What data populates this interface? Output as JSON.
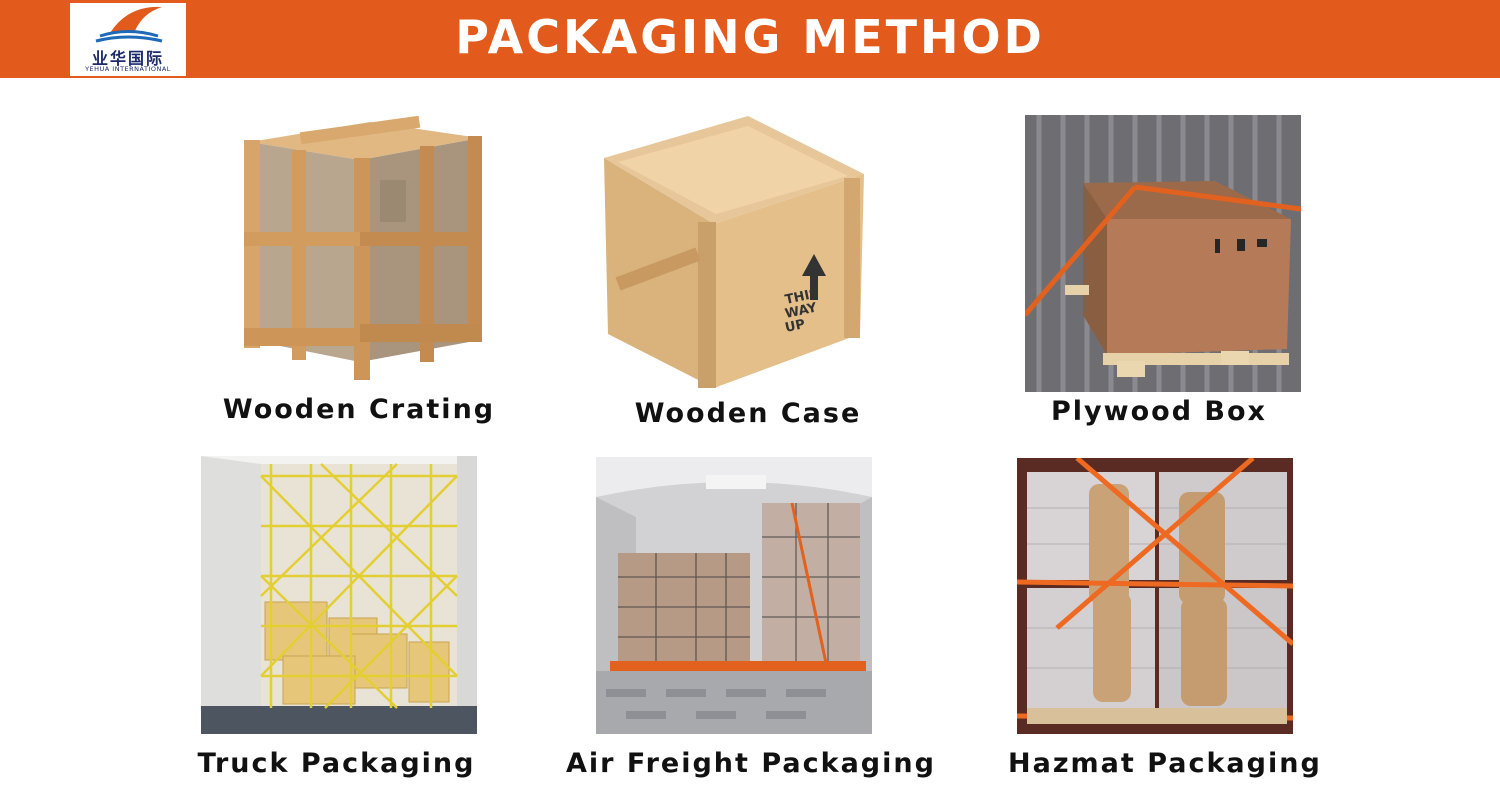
{
  "header": {
    "title": "PACKAGING METHOD",
    "logo_cn": "业华国际",
    "logo_en": "YEHUA INTERNATIONAL",
    "background_color": "#e25a1c"
  },
  "items": [
    {
      "label": "Wooden Crating",
      "image": "wooden-crate-photo"
    },
    {
      "label": "Wooden Case",
      "image": "wooden-case-photo"
    },
    {
      "label": "Plywood Box",
      "image": "plywood-box-photo"
    },
    {
      "label": "Truck Packaging",
      "image": "truck-container-net-photo"
    },
    {
      "label": "Air Freight Packaging",
      "image": "air-cargo-pallets-photo"
    },
    {
      "label": "Hazmat Packaging",
      "image": "airbag-pallets-photo"
    }
  ],
  "case_stencil": [
    "THIS",
    "WAY",
    "UP"
  ]
}
